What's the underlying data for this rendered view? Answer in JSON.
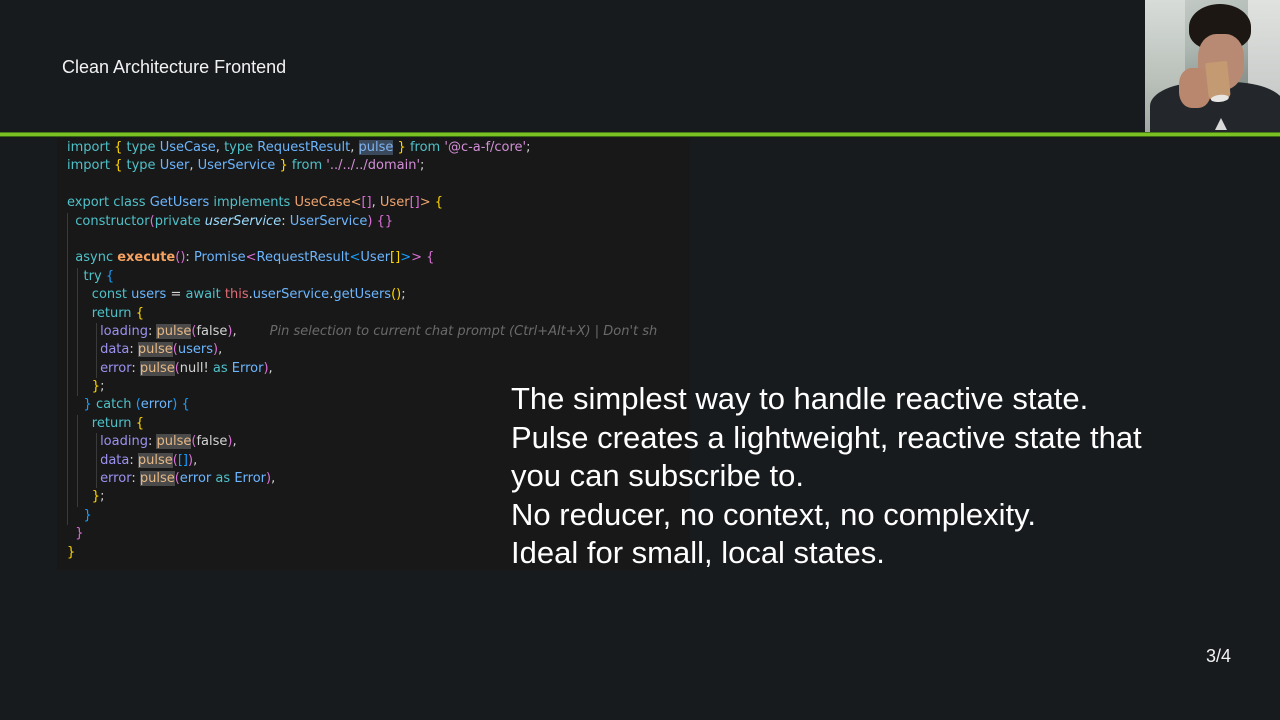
{
  "slide": {
    "title": "Clean Architecture Frontend",
    "page_number": "3/4",
    "accent_color": "#7ac123",
    "background_color": "#181b1e"
  },
  "speaker_photo": {
    "description": "Speaker webcam: man with curly dark hair drinking from a paper cup, wearing a black leather jacket"
  },
  "code": {
    "language": "typescript",
    "lines": [
      "import { type UseCase, type RequestResult, pulse } from '@c-a-f/core';",
      "import { type User, UserService } from '../../../domain';",
      "",
      "export class GetUsers implements UseCase<[], User[]> {",
      "  constructor(private userService: UserService) {}",
      "",
      "  async execute(): Promise<RequestResult<User[]>> {",
      "    try {",
      "      const users = await this.userService.getUsers();",
      "      return {",
      "        loading: pulse(false),",
      "        data: pulse(users),",
      "        error: pulse(null! as Error),",
      "      };",
      "    } catch (error) {",
      "      return {",
      "        loading: pulse(false),",
      "        data: pulse([]),",
      "        error: pulse(error as Error),",
      "      };",
      "    }",
      "  }",
      "}"
    ],
    "selected_token": "pulse",
    "inline_hint": "Pin selection to current chat prompt (Ctrl+Alt+X) | Don't sh"
  },
  "tokens": {
    "import": "import",
    "type": "type",
    "UseCase": "UseCase",
    "RequestResult": "RequestResult",
    "pulse": "pulse",
    "from": "from",
    "core_path": "'@c-a-f/core'",
    "User": "User",
    "UserService": "UserService",
    "domain_path": "'../../../domain'",
    "export": "export",
    "class": "class",
    "GetUsers": "GetUsers",
    "implements": "implements",
    "constructor": "constructor",
    "private": "private",
    "userService": "userService",
    "async": "async",
    "execute": "execute",
    "Promise": "Promise",
    "try": "try",
    "const": "const",
    "users": "users",
    "await": "await",
    "this": "this",
    "getUsers": "getUsers",
    "return": "return",
    "loading": "loading",
    "data": "data",
    "error": "error",
    "false": "false",
    "null": "null",
    "as": "as",
    "Error": "Error",
    "catch": "catch"
  },
  "description": {
    "lines": [
      "The simplest way to handle reactive state.",
      "Pulse creates a lightweight, reactive state that",
      "you can subscribe to.",
      "No reducer, no context, no complexity.",
      "Ideal for small, local states."
    ]
  }
}
